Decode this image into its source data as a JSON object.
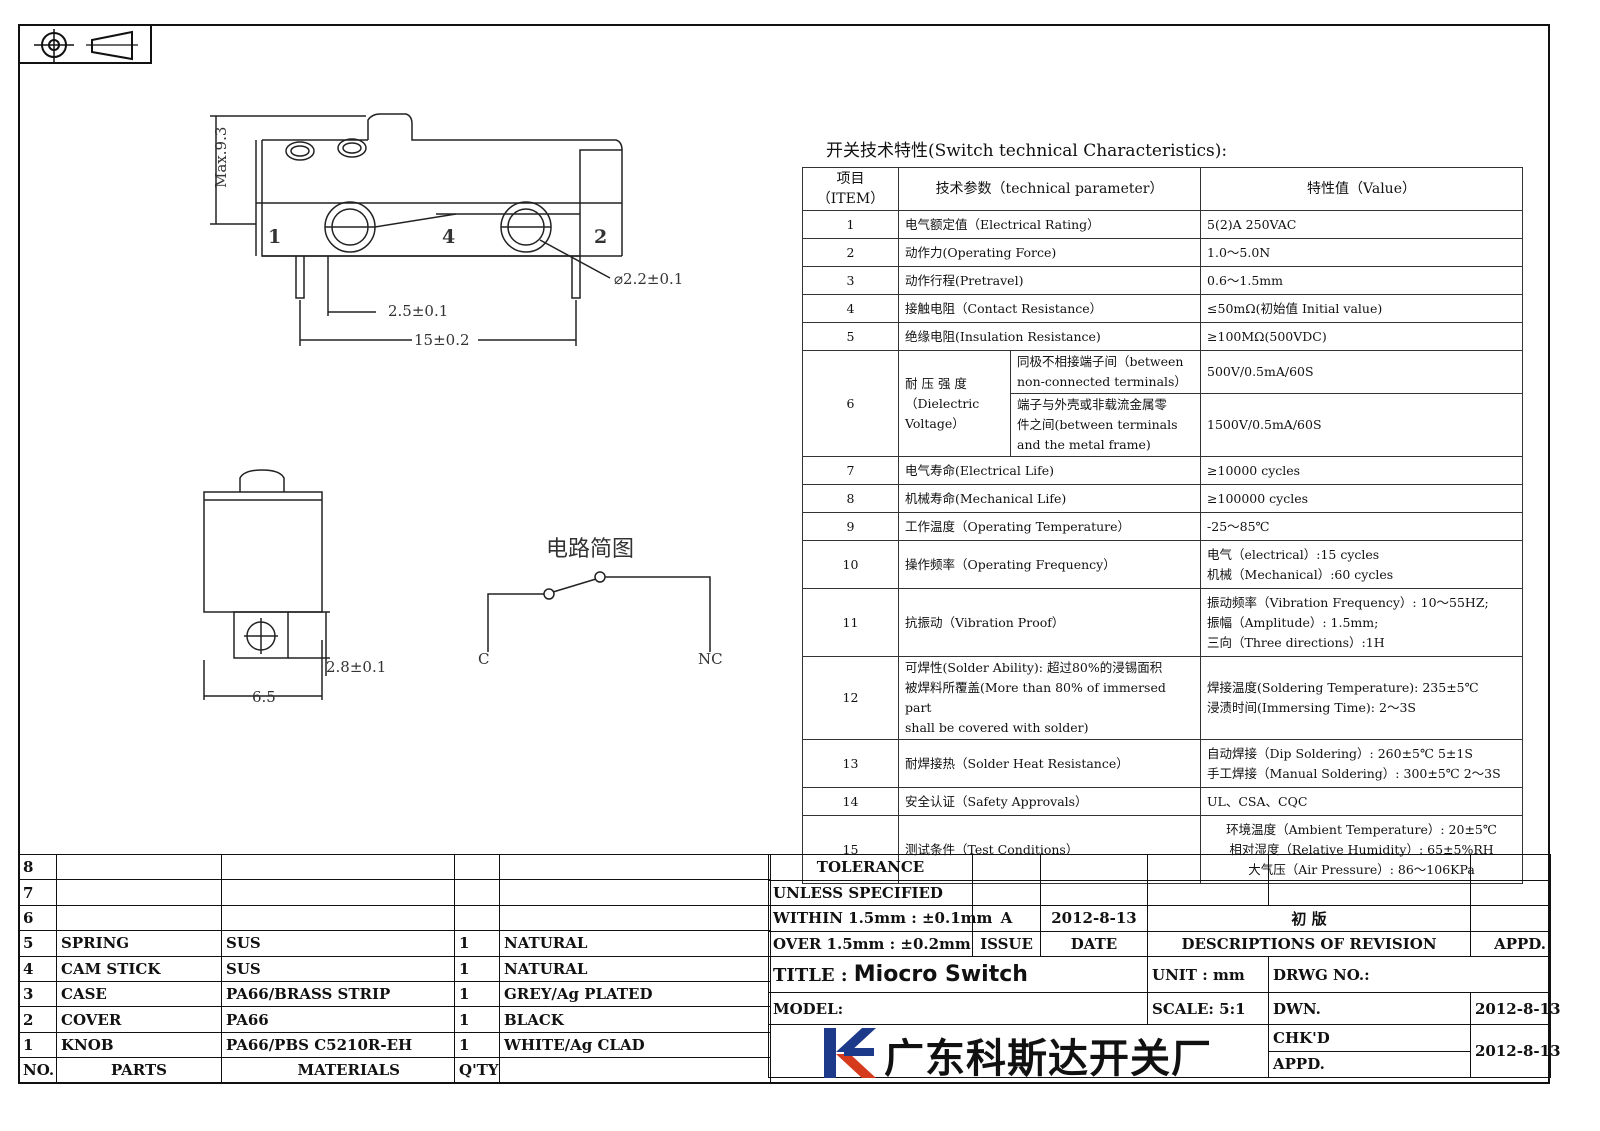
{
  "drawing": {
    "dim_height": "Max.9.3",
    "dim_hole": "⌀2.2±0.1",
    "dim_pitch": "2.5±0.1",
    "dim_span": "15±0.2",
    "dim_width": "6.5",
    "dim_tab": "2.8±0.1",
    "terminal_1": "1",
    "terminal_4": "4",
    "terminal_2": "2",
    "circuit_title": "电路简图",
    "circuit_c": "C",
    "circuit_nc": "NC"
  },
  "spec": {
    "title": "开关技术特性(Switch technical Characteristics):",
    "header": {
      "item_cn": "项目",
      "item_en": "（ITEM）",
      "param": "技术参数（technical parameter）",
      "value": "特性值（Value）"
    },
    "rows": [
      {
        "no": "1",
        "param": "电气额定值（Electrical Rating）",
        "value": [
          "5(2)A 250VAC"
        ]
      },
      {
        "no": "2",
        "param": "动作力(Operating Force)",
        "value": [
          "1.0～5.0N"
        ]
      },
      {
        "no": "3",
        "param": "动作行程(Pretravel)",
        "value": [
          "0.6～1.5mm"
        ]
      },
      {
        "no": "4",
        "param": "接触电阻（Contact  Resistance）",
        "value": [
          "≤50mΩ(初始值 Initial value)"
        ]
      },
      {
        "no": "5",
        "param": "绝缘电阻(Insulation Resistance)",
        "value": [
          "≥100MΩ(500VDC)"
        ]
      },
      {
        "no": "7",
        "param": "电气寿命(Electrical Life)",
        "value": [
          "≥10000 cycles"
        ]
      },
      {
        "no": "8",
        "param": "机械寿命(Mechanical Life)",
        "value": [
          "≥100000 cycles"
        ]
      },
      {
        "no": "9",
        "param": "工作温度（Operating Temperature）",
        "value": [
          "-25～85℃"
        ]
      },
      {
        "no": "10",
        "param": "操作频率（Operating Frequency）",
        "value": [
          "电气（electrical）:15 cycles",
          "机械（Mechanical）:60 cycles"
        ]
      },
      {
        "no": "11",
        "param": "抗振动（Vibration Proof）",
        "value": [
          "振动频率（Vibration Frequency）: 10～55HZ;",
          "振幅（Amplitude）: 1.5mm;",
          "三向（Three directions）:1H"
        ]
      },
      {
        "no": "12",
        "param_lines": [
          "可焊性(Solder Ability): 超过80%的浸锡面积",
          "被焊料所覆盖(More than 80% of immersed part",
          "shall be covered with solder)"
        ],
        "value": [
          "焊接温度(Soldering Temperature): 235±5℃",
          "浸渍时间(Immersing Time): 2～3S"
        ]
      },
      {
        "no": "13",
        "param": "耐焊接热（Solder Heat Resistance）",
        "value": [
          "自动焊接（Dip Soldering）: 260±5℃ 5±1S",
          "手工焊接（Manual Soldering）: 300±5℃ 2～3S"
        ]
      },
      {
        "no": "14",
        "param": "安全认证（Safety Approvals）",
        "value": [
          "UL、CSA、CQC"
        ]
      },
      {
        "no": "15",
        "param": "测试条件（Test Conditions）",
        "value": [
          "环境温度（Ambient Temperature）: 20±5℃",
          "相对湿度（Relative Humidity）: 65±5%RH",
          "大气压（Air Pressure）: 86～106KPa"
        ]
      }
    ],
    "dielectric": {
      "no": "6",
      "label_lines": [
        "耐 压 强 度",
        "（Dielectric",
        "Voltage）"
      ],
      "sub1_lines": [
        "同极不相接端子间（between",
        "non-connected terminals）"
      ],
      "sub1_value": "500V/0.5mA/60S",
      "sub2_lines": [
        "端子与外壳或非载流金属零",
        "件之间(between terminals",
        "and the metal frame)"
      ],
      "sub2_value": "1500V/0.5mA/60S"
    }
  },
  "bom": {
    "rows": [
      {
        "no": "8",
        "part": "",
        "material": "",
        "qty": "",
        "finish": ""
      },
      {
        "no": "7",
        "part": "",
        "material": "",
        "qty": "",
        "finish": ""
      },
      {
        "no": "6",
        "part": "",
        "material": "",
        "qty": "",
        "finish": ""
      },
      {
        "no": "5",
        "part": "SPRING",
        "material": "SUS",
        "qty": "1",
        "finish": "NATURAL"
      },
      {
        "no": "4",
        "part": "CAM STICK",
        "material": "SUS",
        "qty": "1",
        "finish": "NATURAL"
      },
      {
        "no": "3",
        "part": "CASE",
        "material": "PA66/BRASS STRIP",
        "qty": "1",
        "finish": "GREY/Ag PLATED"
      },
      {
        "no": "2",
        "part": "COVER",
        "material": "PA66",
        "qty": "1",
        "finish": "BLACK"
      },
      {
        "no": "1",
        "part": "KNOB",
        "material": "PA66/PBS C5210R-EH",
        "qty": "1",
        "finish": "WHITE/Ag CLAD"
      }
    ],
    "header": {
      "no": "NO.",
      "parts": "PARTS",
      "materials": "MATERIALS",
      "qty": "Q'TY"
    }
  },
  "titleblock": {
    "tolerance": "TOLERANCE",
    "unless": "UNLESS  SPECIFIED",
    "within": "WITHIN 1.5mm : ±0.1mm",
    "over": "OVER 1.5mm : ±0.2mm",
    "issue_value": "A",
    "date_value": "2012-8-13",
    "revision_desc": "初  版",
    "issue_label": "ISSUE",
    "date_label": "DATE",
    "desc_label": "DESCRIPTIONS OF REVISION",
    "appd_label": "APPD.",
    "title_label": "TITLE :",
    "title_value": "Miocro Switch",
    "unit_label": "UNIT :",
    "unit_value": "mm",
    "drwg_label": "DRWG NO.:",
    "model_label": "MODEL:",
    "scale_label": "SCALE:",
    "scale_value": "5:1",
    "dwn_label": "DWN.",
    "dwn_date": "2012-8-13",
    "chkd_label": "CHK'D",
    "chkd_date": "2012-8-13",
    "appd2_label": "APPD.",
    "company": "广东科斯达开关厂"
  }
}
